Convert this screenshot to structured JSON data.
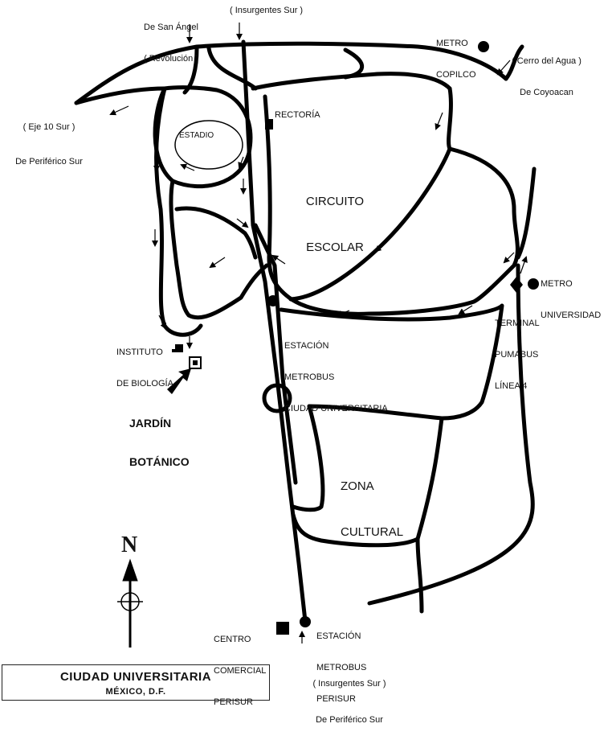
{
  "map": {
    "title": "CIUDAD UNIVERSITARIA",
    "subtitle": "MÉXICO, D.F.",
    "north_label": "N",
    "colors": {
      "road": "#000000",
      "background": "#ffffff"
    }
  },
  "labels": {
    "san_angel_1": "De San Ángel",
    "san_angel_2": "( Revolución )",
    "insurgentes_top": "( Insurgentes Sur )",
    "metro_copilco_1": "METRO",
    "metro_copilco_2": "COPILCO",
    "cerro_agua_1": "( Cerro del Agua )",
    "cerro_agua_2": "De Coyoacan",
    "eje10_1": "( Eje 10 Sur )",
    "eje10_2": "De Periférico Sur",
    "rectoria": "RECTORÍA",
    "estadio": "ESTADIO",
    "circuito_1": "CIRCUITO",
    "circuito_2": "ESCOLAR",
    "metro_univ_1": "METRO",
    "metro_univ_2": "UNIVERSIDAD",
    "terminal_1": "TERMINAL",
    "terminal_2": "PUMABUS",
    "terminal_3": "LÍNEA 4",
    "instituto_1": "INSTITUTO",
    "instituto_2": "DE BIOLOGÍA",
    "estacion_cu_1": "ESTACIÓN",
    "estacion_cu_2": "METROBUS",
    "estacion_cu_3": "CIUDAD UNIVERSITARIA",
    "jardin_1": "JARDÍN",
    "jardin_2": "BOTÁNICO",
    "zona_1": "ZONA",
    "zona_2": "CULTURAL",
    "centro_1": "CENTRO",
    "centro_2": "COMERCIAL",
    "centro_3": "PERISUR",
    "estacion_perisur_1": "ESTACIÓN",
    "estacion_perisur_2": "METROBUS",
    "estacion_perisur_3": "PERISUR",
    "insurgentes_bottom_1": "( Insurgentes Sur )",
    "insurgentes_bottom_2": "De Periférico Sur"
  }
}
